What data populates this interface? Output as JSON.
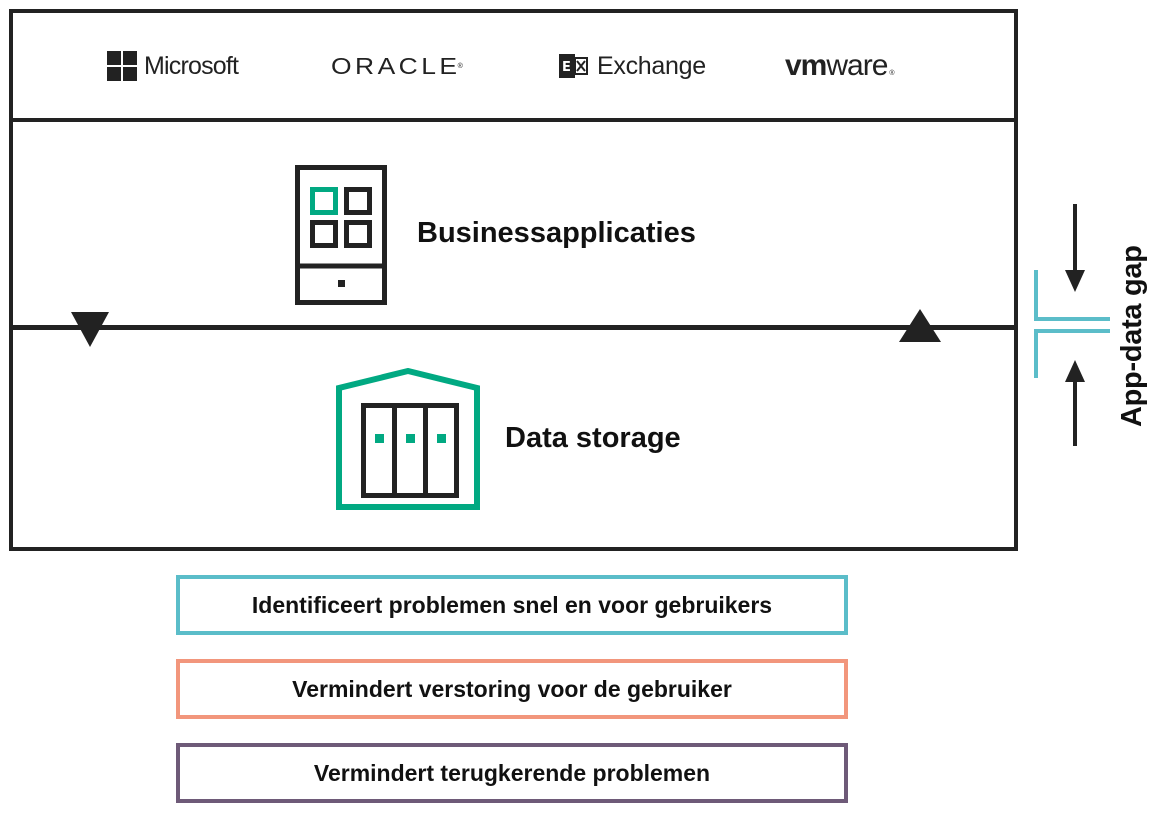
{
  "logos": {
    "microsoft": "Microsoft",
    "oracle": "ORACLE",
    "exchange": "Exchange",
    "vmware_bold": "vm",
    "vmware_regular": "ware"
  },
  "layers": {
    "applications": "Businessapplicaties",
    "storage": "Data storage"
  },
  "gap_label": "App-data gap",
  "benefits": [
    "Identificeert problemen snel en voor gebruikers",
    "Vermindert verstoring voor de gebruiker",
    "Vermindert terugkerende problemen"
  ],
  "colors": {
    "accent_green": "#01a982",
    "gap_teal": "#5bbdc9",
    "benefit_teal": "#5bbdc9",
    "benefit_salmon": "#f2967c",
    "benefit_purple": "#6e5a78",
    "outline": "#222222"
  },
  "icons": {
    "applications": "app-grid-device-icon",
    "storage": "storage-building-icon",
    "flow_down": "triangle-down-icon",
    "flow_up": "triangle-up-icon"
  }
}
